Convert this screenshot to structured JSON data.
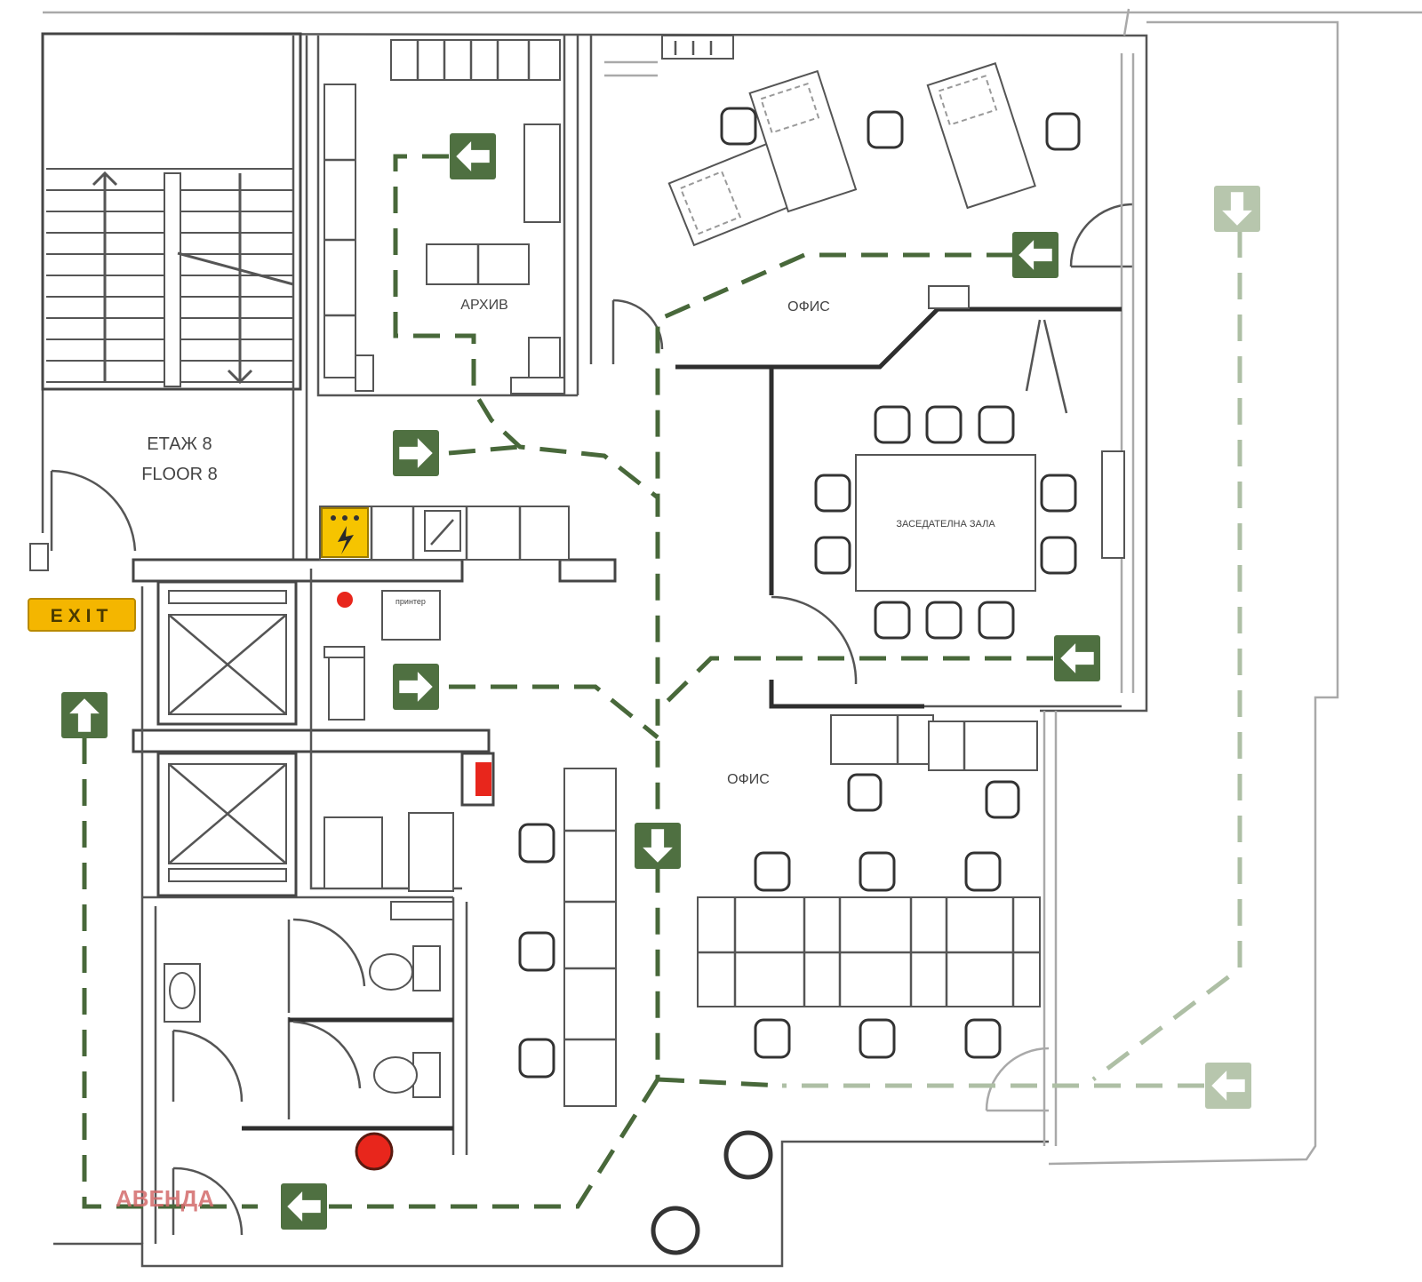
{
  "labels": {
    "floor_bg": "ЕТАЖ 8",
    "floor_en": "FLOOR 8",
    "archive": "АРХИВ",
    "office_top": "ОФИС",
    "meeting_room": "ЗАСЕДАТЕЛНА ЗАЛА",
    "printer": "принтер",
    "office_bottom": "ОФИС",
    "exit_sign": "EXIT",
    "watermark": "АВЕНДА"
  },
  "colors": {
    "route": "#48683a",
    "sign_fill": "#4f7041",
    "sign_faint": "#b7c6ad",
    "exit_sign": "#f4b600",
    "electrical_panel": "#f6c400",
    "fire_point": "#e8261c",
    "watermark": "#d36a6a"
  },
  "exit_signs": [
    {
      "id": "arrow-archive",
      "icon": "arrow-left-icon"
    },
    {
      "id": "arrow-corridor",
      "icon": "arrow-right-icon"
    },
    {
      "id": "arrow-office-top",
      "icon": "arrow-left-icon"
    },
    {
      "id": "arrow-right-corridor",
      "icon": "arrow-down-icon"
    },
    {
      "id": "arrow-meeting",
      "icon": "arrow-left-icon"
    },
    {
      "id": "arrow-printer",
      "icon": "arrow-right-icon"
    },
    {
      "id": "arrow-office-bottom",
      "icon": "arrow-down-icon"
    },
    {
      "id": "arrow-exit-up",
      "icon": "arrow-up-icon"
    },
    {
      "id": "arrow-bottom",
      "icon": "arrow-left-icon"
    },
    {
      "id": "arrow-terrace",
      "icon": "arrow-left-icon"
    }
  ]
}
